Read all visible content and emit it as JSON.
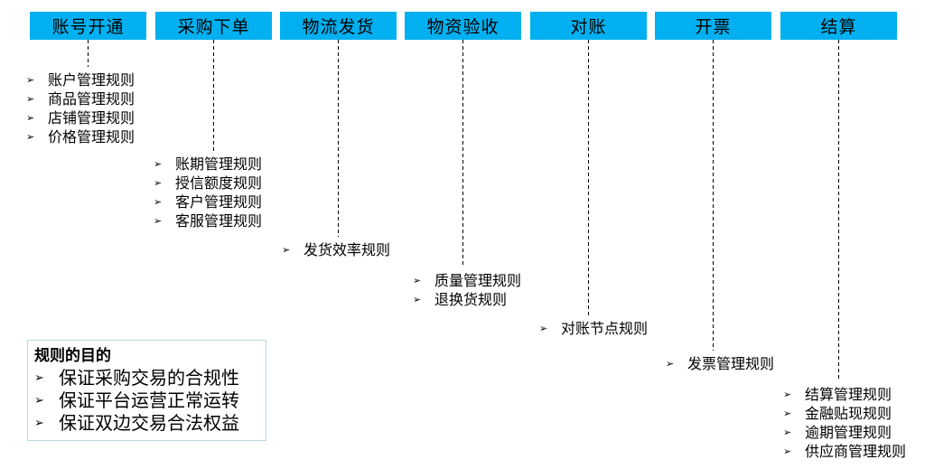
{
  "bullet": "➢",
  "colors": {
    "header_bg": "#00b0f0",
    "text": "#000000",
    "connector_line": "#000000",
    "purpose_border": "#b6d8e0",
    "background": "#ffffff"
  },
  "columns": [
    {
      "label": "账号开通",
      "items": [
        "账户管理规则",
        "商品管理规则",
        "店铺管理规则",
        "价格管理规则"
      ]
    },
    {
      "label": "采购下单",
      "items": [
        "账期管理规则",
        "授信额度规则",
        "客户管理规则",
        "客服管理规则"
      ]
    },
    {
      "label": "物流发货",
      "items": [
        "发货效率规则"
      ]
    },
    {
      "label": "物资验收",
      "items": [
        "质量管理规则",
        "退换货规则"
      ]
    },
    {
      "label": "对账",
      "items": [
        "对账节点规则"
      ]
    },
    {
      "label": "开票",
      "items": [
        "发票管理规则"
      ]
    },
    {
      "label": "结算",
      "items": [
        "结算管理规则",
        "金融贴现规则",
        "逾期管理规则",
        "供应商管理规则"
      ]
    }
  ],
  "purpose": {
    "title": "规则的目的",
    "items": [
      "保证采购交易的合规性",
      "保证平台运营正常运转",
      "保证双边交易合法权益"
    ]
  }
}
